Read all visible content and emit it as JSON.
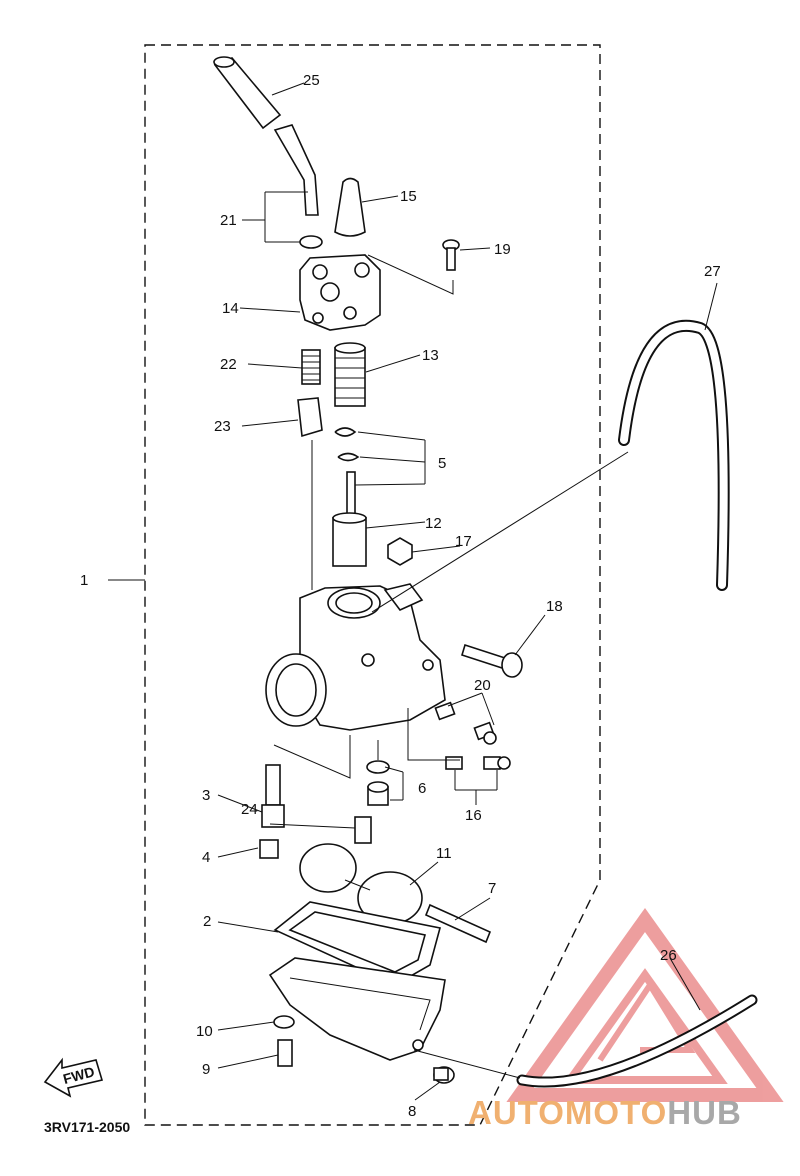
{
  "diagram": {
    "code": "3RV171-2050",
    "front_marker": "FWD",
    "part_numbers": [
      "1",
      "2",
      "3",
      "4",
      "5",
      "6",
      "7",
      "8",
      "9",
      "10",
      "11",
      "12",
      "13",
      "14",
      "15",
      "16",
      "17",
      "18",
      "19",
      "20",
      "21",
      "22",
      "23",
      "24",
      "25",
      "26",
      "27"
    ]
  },
  "watermark": {
    "brand_part1": "AUTO",
    "brand_part2": "MOTO",
    "brand_part3": "HUB",
    "color_primary": "#f0b070",
    "color_secondary": "#a8a8a8",
    "logo_color": "#e05050"
  }
}
